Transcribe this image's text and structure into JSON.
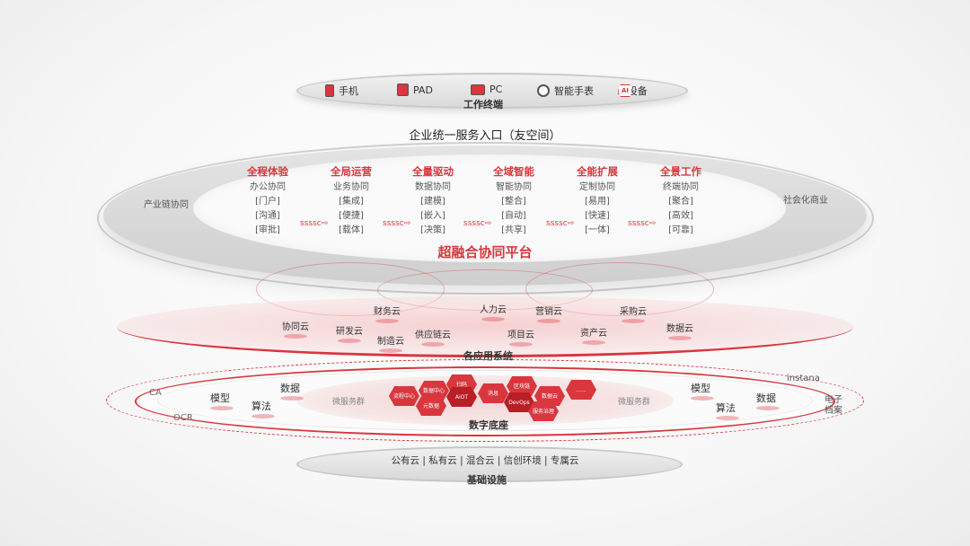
{
  "terminal": {
    "items": [
      {
        "label": "手机",
        "icon": "phone-icon"
      },
      {
        "label": "PAD",
        "icon": "tablet-icon"
      },
      {
        "label": "PC",
        "icon": "monitor-icon"
      },
      {
        "label": "智能手表",
        "icon": "watch-icon"
      },
      {
        "label": "AI设备",
        "icon": "ai-device-icon",
        "badge": "AI"
      }
    ],
    "title": "工作终端"
  },
  "portal": {
    "title": "企业统一服务入口（友空间）",
    "left_label": "产业链协同",
    "right_label": "社会化商业"
  },
  "platform": {
    "columns": [
      {
        "heading": "全程体验",
        "sub": "办公协同",
        "tags": [
          "[门户]",
          "[沟通]",
          "[审批]"
        ]
      },
      {
        "heading": "全局运营",
        "sub": "业务协同",
        "tags": [
          "[集成]",
          "[便捷]",
          "[载体]"
        ]
      },
      {
        "heading": "全量驱动",
        "sub": "数据协同",
        "tags": [
          "[建模]",
          "[嵌入]",
          "[决策]"
        ]
      },
      {
        "heading": "全域智能",
        "sub": "智能协同",
        "tags": [
          "[整合]",
          "[自动]",
          "[共享]"
        ]
      },
      {
        "heading": "全能扩展",
        "sub": "定制协同",
        "tags": [
          "[易用]",
          "[快速]",
          "[一体]"
        ]
      },
      {
        "heading": "全景工作",
        "sub": "终端协同",
        "tags": [
          "[聚合]",
          "[高效]",
          "[可靠]"
        ]
      }
    ],
    "arrow_label": "ssssc",
    "title": "超融合协同平台"
  },
  "apps": {
    "items": [
      "协同云",
      "研发云",
      "制造云",
      "财务云",
      "供应链云",
      "人力云",
      "项目云",
      "营销云",
      "资产云",
      "采购云",
      "数据云"
    ],
    "title": "各应用系统"
  },
  "base": {
    "left_outer": [
      "CA",
      "OCR"
    ],
    "left_items": [
      "模型",
      "算法",
      "数据"
    ],
    "right_items": [
      "模型",
      "算法",
      "数据"
    ],
    "right_outer": [
      "instana",
      "电子档案"
    ],
    "microservice_label": "微服务群",
    "hexes": [
      "流程中心",
      "数据中心",
      "扫码",
      "AiOT",
      "消息",
      "元数据",
      "区块链",
      "DevOps",
      "数据云",
      "......",
      "服务治理"
    ],
    "title": "数字底座"
  },
  "infra": {
    "text": "公有云 | 私有云 | 混合云 | 信创环境 | 专属云",
    "title": "基础设施"
  },
  "colors": {
    "accent": "#d9363e",
    "gray_disc": "#d6d6d6"
  }
}
